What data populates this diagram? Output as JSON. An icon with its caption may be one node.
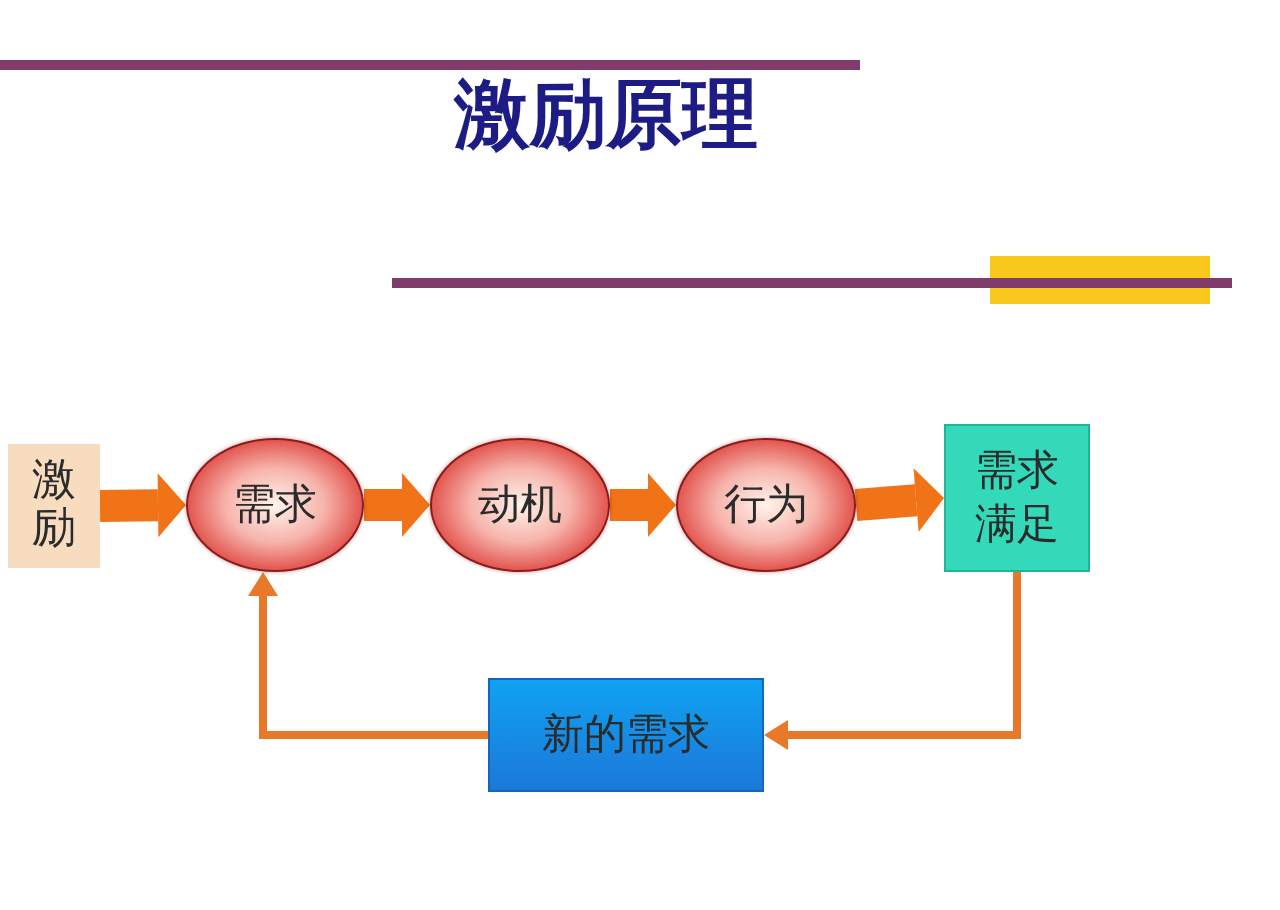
{
  "diagram": {
    "title": "激励原理",
    "nodes": [
      {
        "text": [
          "激励"
        ]
      },
      {
        "text": [
          "需求"
        ]
      },
      {
        "text": [
          "动机"
        ]
      },
      {
        "text": [
          "行为"
        ]
      },
      {
        "text": [
          "需求满足"
        ]
      },
      {
        "text": [
          "新的需求"
        ]
      }
    ],
    "edges": [
      {
        "from": 0,
        "to": 1,
        "arrow": "to"
      },
      {
        "from": 1,
        "to": 2,
        "arrow": "to"
      },
      {
        "from": 2,
        "to": 3,
        "arrow": "to"
      },
      {
        "from": 3,
        "to": 4,
        "arrow": "to"
      },
      {
        "from": 4,
        "to": 5,
        "arrow": "to"
      },
      {
        "from": 5,
        "to": 1,
        "arrow": "to"
      }
    ]
  }
}
